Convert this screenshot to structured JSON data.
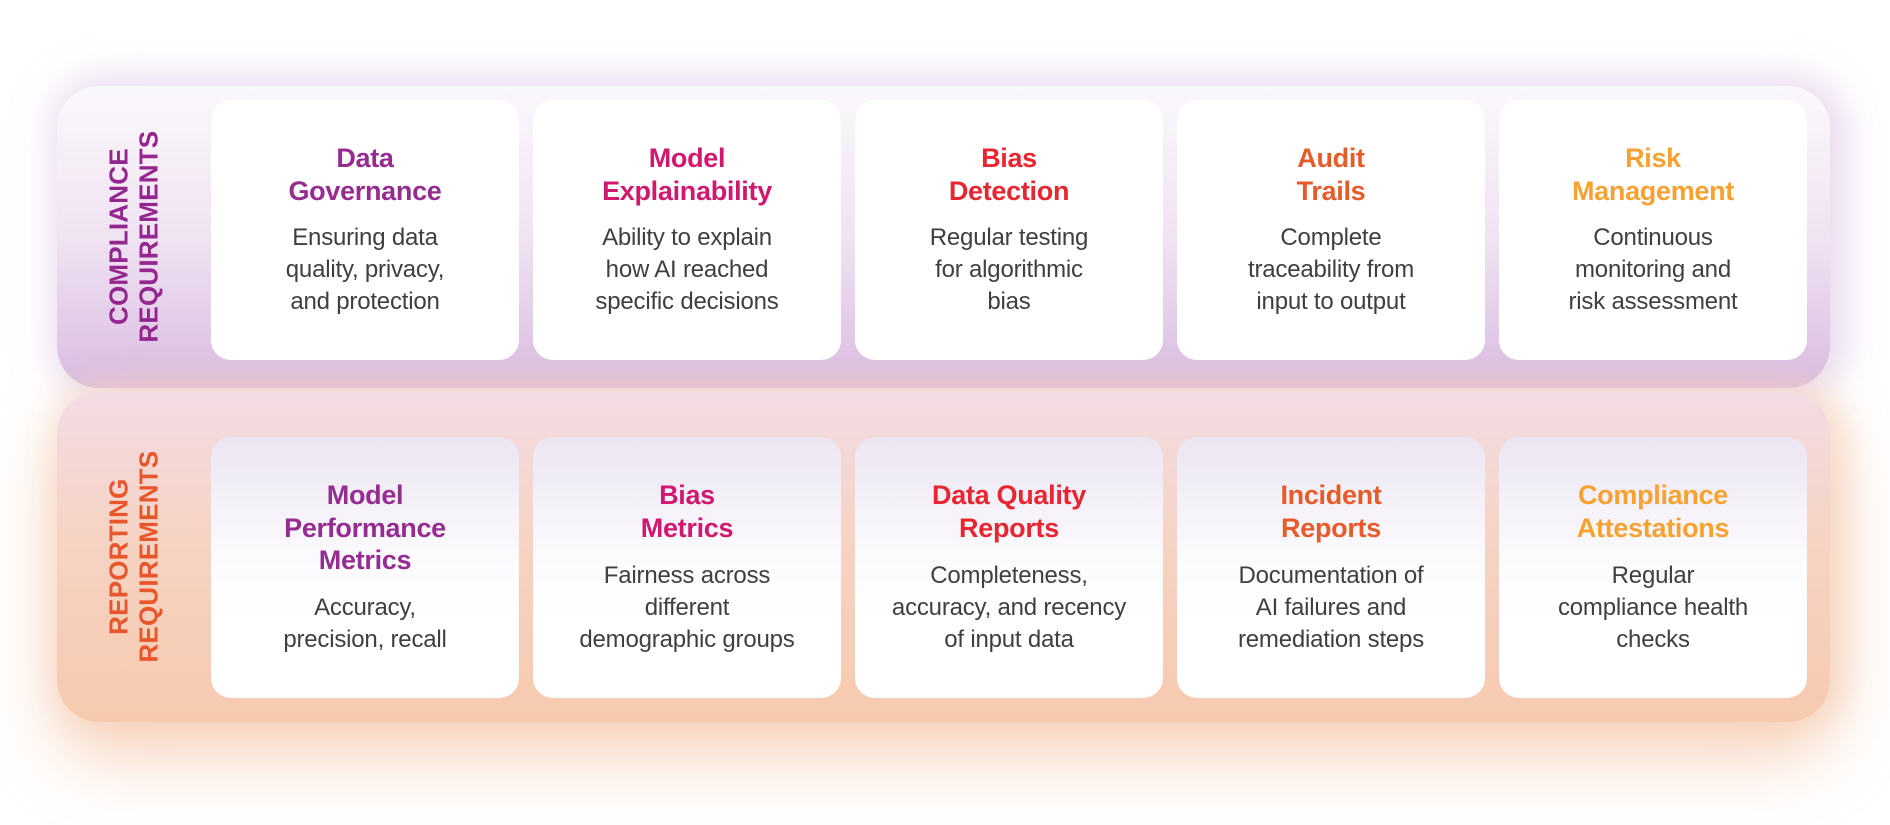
{
  "palette": {
    "purple": "#962c92",
    "magenta": "#d0196e",
    "red": "#e82531",
    "orange": "#e75b2b",
    "amber": "#f7a230",
    "body_text": "#3f3f42",
    "compliance_band_top": "#fbf8fc",
    "compliance_band_bottom": "#d9bce1",
    "reporting_band_top": "#f3dce4",
    "reporting_band_bottom": "#f7caaf"
  },
  "sections": {
    "compliance": {
      "label": "COMPLIANCE\nREQUIREMENTS",
      "label_color": "#93278f",
      "cards": [
        {
          "title": "Data\nGovernance",
          "title_color": "#962c92",
          "body": "Ensuring data\nquality, privacy,\nand protection"
        },
        {
          "title": "Model\nExplainability",
          "title_color": "#d0196e",
          "body": "Ability to explain\nhow AI reached\nspecific decisions"
        },
        {
          "title": "Bias\nDetection",
          "title_color": "#e82531",
          "body": "Regular testing\nfor algorithmic\nbias"
        },
        {
          "title": "Audit\nTrails",
          "title_color": "#e75b2b",
          "body": "Complete\ntraceability from\ninput to output"
        },
        {
          "title": "Risk\nManagement",
          "title_color": "#f7a230",
          "body": "Continuous\nmonitoring and\nrisk assessment"
        }
      ]
    },
    "reporting": {
      "label": "REPORTING\nREQUIREMENTS",
      "label_color": "#e8562b",
      "cards": [
        {
          "title": "Model\nPerformance\nMetrics",
          "title_color": "#962c92",
          "body": "Accuracy,\nprecision, recall"
        },
        {
          "title": "Bias\nMetrics",
          "title_color": "#d0196e",
          "body": "Fairness across\ndifferent\ndemographic groups"
        },
        {
          "title": "Data Quality\nReports",
          "title_color": "#e82531",
          "body": "Completeness,\naccuracy, and recency\nof input data"
        },
        {
          "title": "Incident\nReports",
          "title_color": "#e75b2b",
          "body": "Documentation of\nAI failures and\nremediation steps"
        },
        {
          "title": "Compliance\nAttestations",
          "title_color": "#f7a230",
          "body": "Regular\ncompliance health\nchecks"
        }
      ]
    }
  }
}
